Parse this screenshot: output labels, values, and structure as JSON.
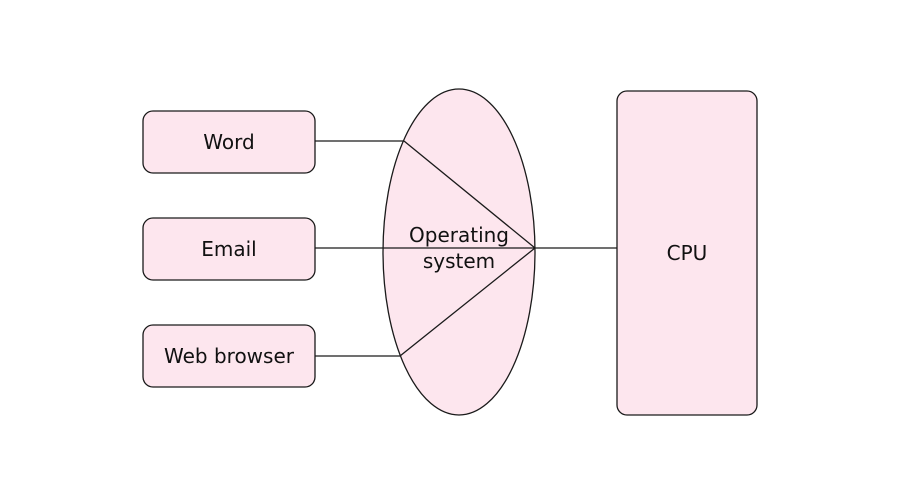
{
  "colors": {
    "node_fill": "#fde6ee",
    "stroke": "#1a1a1a",
    "text": "#111111"
  },
  "nodes": {
    "apps": [
      {
        "label": "Word"
      },
      {
        "label": "Email"
      },
      {
        "label": "Web browser"
      }
    ],
    "os": {
      "line1": "Operating",
      "line2": "system"
    },
    "cpu": {
      "label": "CPU"
    }
  }
}
